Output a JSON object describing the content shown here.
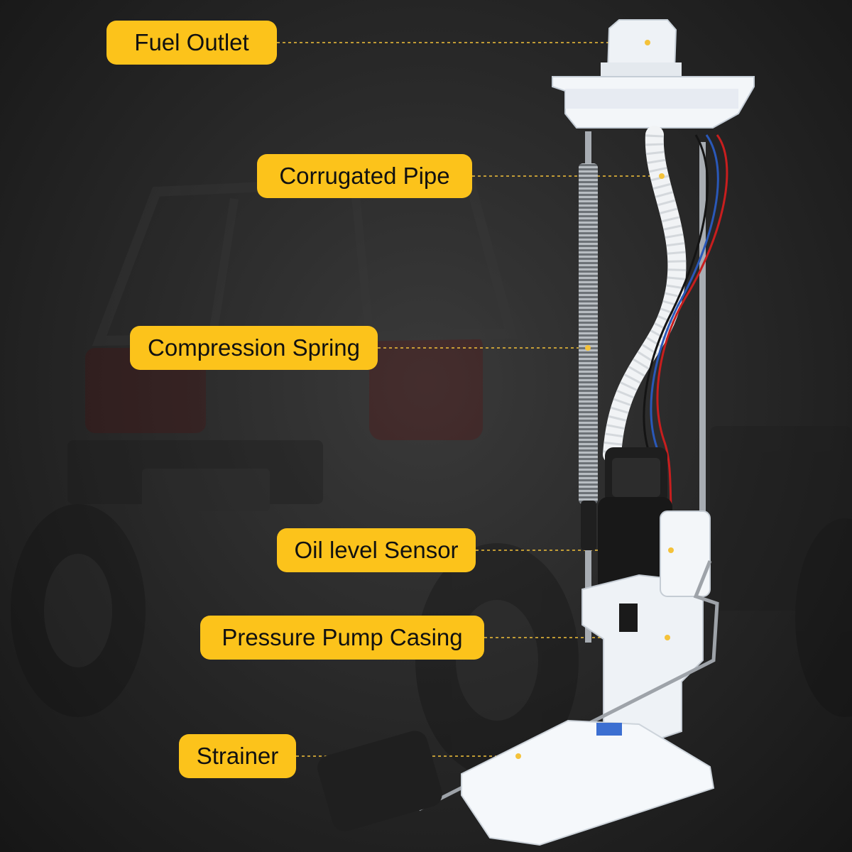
{
  "colors": {
    "label_fill": "#fcc31b",
    "label_text": "#111111",
    "leader_line": "#f4c23a",
    "background": "#262626"
  },
  "labels": [
    {
      "id": "fuel-outlet",
      "text": "Fuel Outlet"
    },
    {
      "id": "corrugated-pipe",
      "text": "Corrugated Pipe"
    },
    {
      "id": "compression-spring",
      "text": "Compression Spring"
    },
    {
      "id": "oil-level-sensor",
      "text": "Oil level Sensor"
    },
    {
      "id": "pressure-pump-casing",
      "text": "Pressure Pump Casing"
    },
    {
      "id": "strainer",
      "text": "Strainer"
    }
  ]
}
